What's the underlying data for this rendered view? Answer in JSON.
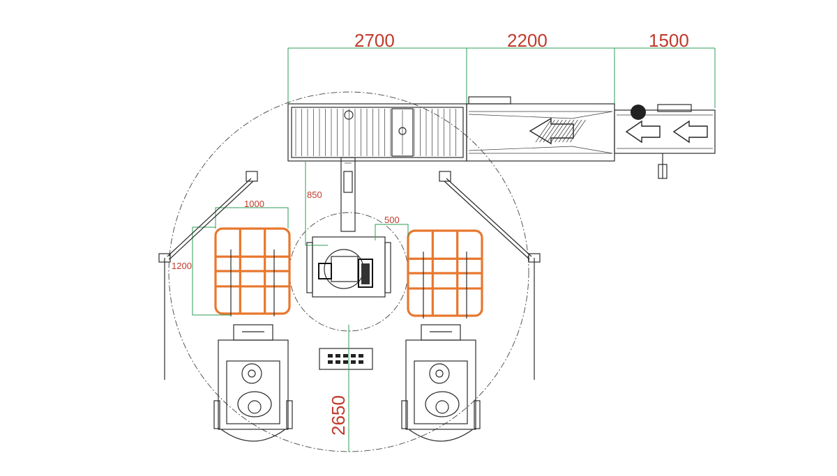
{
  "dimensions": {
    "conveyor_1_length": "2700",
    "conveyor_2_length": "2200",
    "conveyor_3_length": "1500",
    "robot_to_conveyor": "850",
    "pallet_width": "1000",
    "pallet_length": "1200",
    "pallet_gap": "500",
    "robot_reach_radius": "2650"
  },
  "colors": {
    "dimension_text": "#c0392b",
    "dimension_lines": "#2e9e57",
    "pallet_outline": "#e8772e",
    "equipment_lines": "#2b2b2b"
  },
  "icons": [
    "conveyor-arrow-icon",
    "robot-icon",
    "forklift-icon",
    "pallet-icon",
    "control-panel-icon",
    "light-curtain-icon"
  ]
}
